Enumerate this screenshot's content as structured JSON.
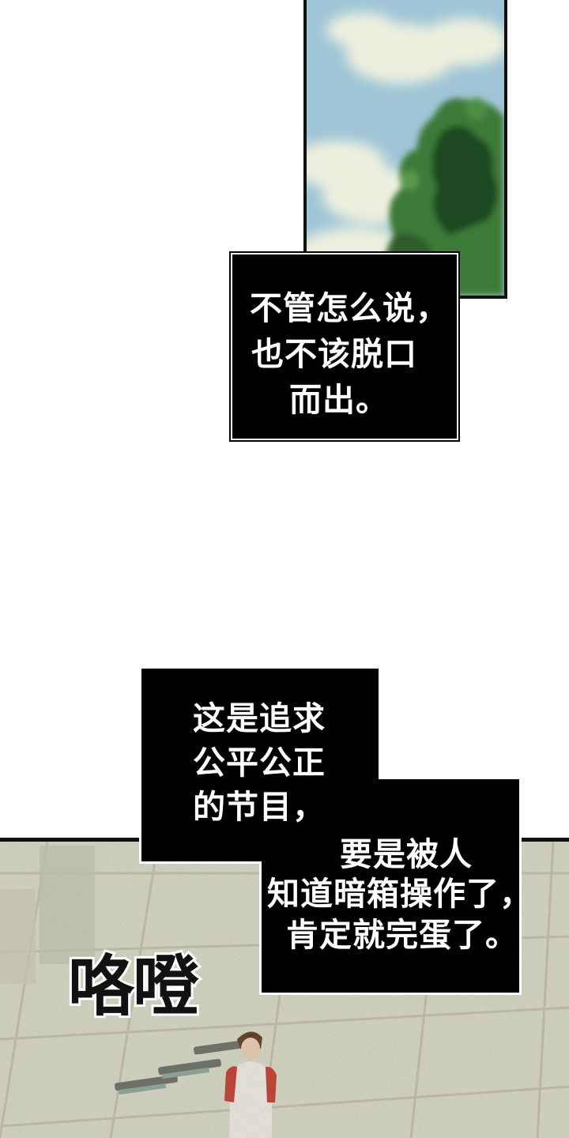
{
  "caption_1": {
    "lines": [
      "不管怎么说，",
      "也不该脱口",
      "而出。"
    ]
  },
  "caption_2": {
    "lines": [
      "这是追求",
      "公平公正",
      "的节目，",
      "要是被人",
      "知道暗箱操作了，",
      "肯定就完蛋了。"
    ]
  },
  "sound_effect": "咯噔",
  "colors": {
    "caption_bg": "#000000",
    "caption_text": "#ffffff",
    "sky": "#9cc2d4",
    "foliage": "#3f7a3a",
    "floor": "#dcdccb"
  }
}
